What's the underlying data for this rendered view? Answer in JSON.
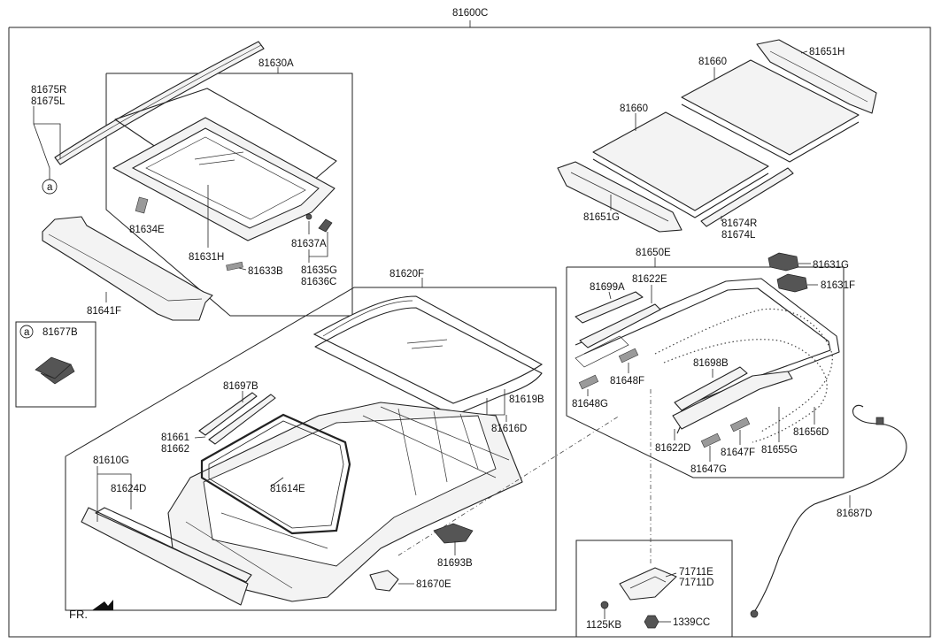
{
  "labels": {
    "assembly": "81600C",
    "glass_assy": "81630A",
    "weatherstrip_a": "81675R",
    "weatherstrip_b": "81675L",
    "ref_a": "a",
    "deflector": "81641F",
    "clip_a": "81634E",
    "frame_glass": "81631H",
    "bracket_a": "81637A",
    "bracket_b": "81635G",
    "bracket_c": "81636C",
    "pad": "81633B",
    "inset_ref": "a",
    "inset_part": "81677B",
    "glass_front": "81620F",
    "seal_b": "81619B",
    "seal_d": "81616D",
    "mold_b": "81697B",
    "mold_1": "81661",
    "mold_2": "81662",
    "frame_e": "81614E",
    "front_glass": "81610G",
    "strip_d": "81624D",
    "bracket_rear": "81693B",
    "rail_e": "81670E",
    "shade_1": "81660",
    "shade_2": "81660",
    "rail_h": "81651H",
    "rail_g": "81651G",
    "seal_r": "81674R",
    "seal_l": "81674L",
    "mech": "81650E",
    "motor_g": "81631G",
    "motor_f": "81631F",
    "link_a": "81699A",
    "link_e": "81622E",
    "pad_f1": "81648F",
    "pad_g1": "81648G",
    "link_b": "81698B",
    "link_d": "81622D",
    "pad_f2": "81647F",
    "pad_g2": "81647G",
    "cable_g": "81655G",
    "cable_d": "81656D",
    "harness": "81687D",
    "bracket_711e": "71711E",
    "bracket_711d": "71711D",
    "bolt": "1125KB",
    "nut": "1339CC",
    "front_mark": "FR."
  }
}
